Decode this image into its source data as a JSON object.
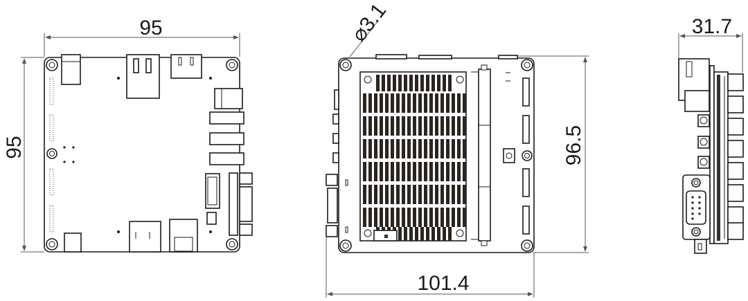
{
  "drawing": {
    "views": [
      {
        "name": "top-view",
        "dimensions": {
          "width": "95",
          "height": "95"
        }
      },
      {
        "name": "bottom-view",
        "dimensions": {
          "hole_diameter": "⌀3.1",
          "height": "96.5",
          "width": "101.4"
        }
      },
      {
        "name": "side-view",
        "dimensions": {
          "depth": "31.7"
        }
      }
    ]
  },
  "labels": {
    "top_width": "95",
    "top_height": "95",
    "hole_diameter": "⌀3.1",
    "bottom_height": "96.5",
    "bottom_width": "101.4",
    "side_depth": "31.7"
  },
  "colors": {
    "line": "#1a1a1a",
    "dimension_line": "#555555",
    "heatsink_fin": "#2a2522",
    "background": "#ffffff"
  }
}
